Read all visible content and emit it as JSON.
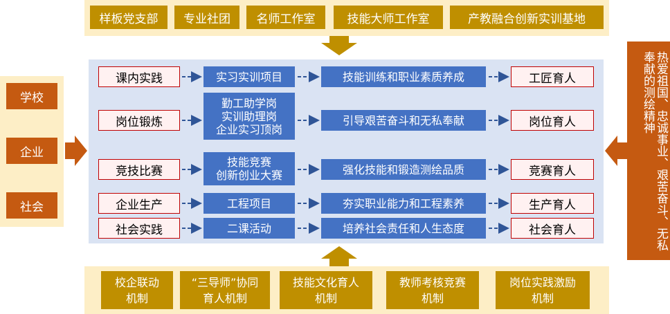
{
  "top_bar": {
    "items": [
      "样板党支部",
      "专业社团",
      "名师工作室",
      "技能大师工作室",
      "产教融合创新实训基地"
    ]
  },
  "left_column": {
    "items": [
      "学校",
      "企业",
      "社会"
    ]
  },
  "right_column": {
    "text": "热爱祖国、忠诚事业、艰苦奋斗、无私奉献的测绘精神"
  },
  "rows": [
    {
      "source": "课内实践",
      "activity": [
        "实习实训项目"
      ],
      "goal": "技能训练和职业素质养成",
      "outcome": "工匠育人"
    },
    {
      "source": "岗位锻炼",
      "activity": [
        "勤工助学岗",
        "实训助理岗",
        "企业实习顶岗"
      ],
      "goal": "引导艰苦奋斗和无私奉献",
      "outcome": "岗位育人"
    },
    {
      "source": "竞技比赛",
      "activity": [
        "技能竞赛",
        "创新创业大赛"
      ],
      "goal": "强化技能和锻造测绘品质",
      "outcome": "竞赛育人"
    },
    {
      "source": "企业生产",
      "activity": [
        "工程项目"
      ],
      "goal": "夯实职业能力和工程素养",
      "outcome": "生产育人"
    },
    {
      "source": "社会实践",
      "activity": [
        "二课活动"
      ],
      "goal": "培养社会责任和人生态度",
      "outcome": "社会育人"
    }
  ],
  "bottom_bar": {
    "items": [
      [
        "校企联动",
        "机制"
      ],
      [
        "“三导师”协同",
        "育人机制"
      ],
      [
        "技能文化育人",
        "机制"
      ],
      [
        "教师考核竞赛",
        "机制"
      ],
      [
        "岗位实践激励",
        "机制"
      ]
    ]
  },
  "colors": {
    "gold": "#bf8f00",
    "orange": "#c55a11",
    "cream": "#fdeec6",
    "panel_blue": "#dae3f3",
    "box_blue": "#4472c4",
    "red_border": "#c00000"
  }
}
